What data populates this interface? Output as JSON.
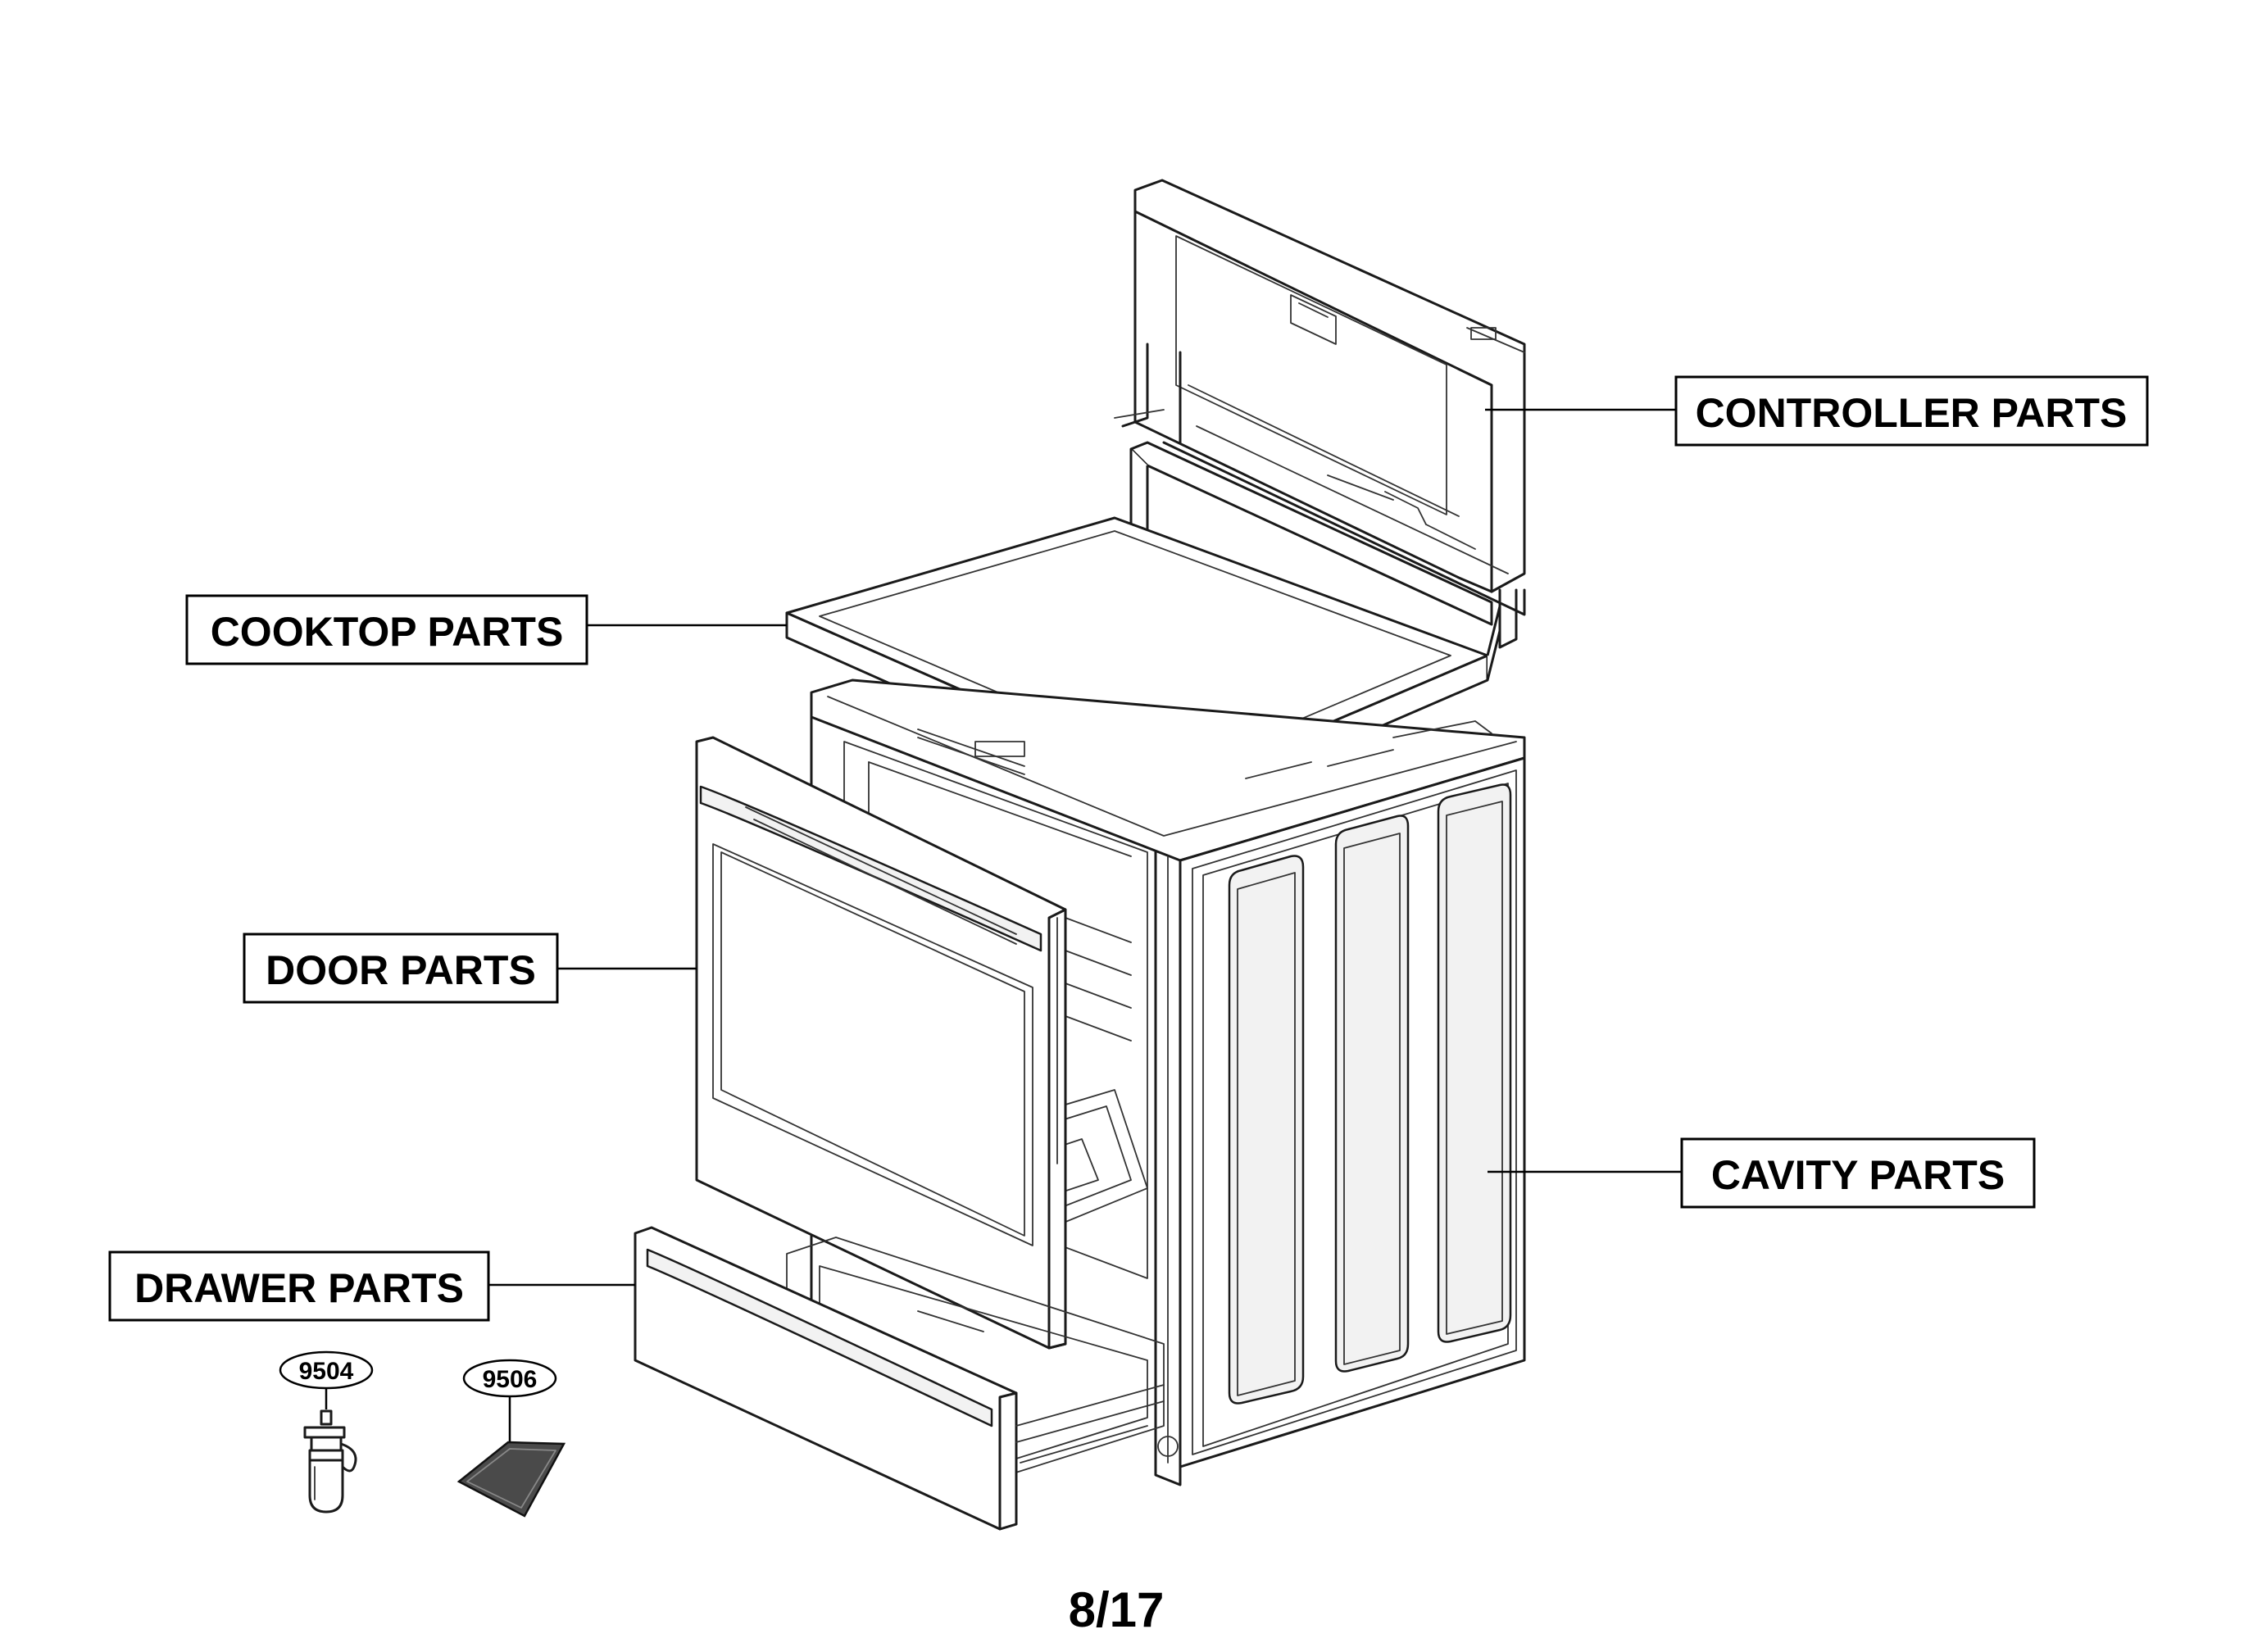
{
  "labels": {
    "controller": "CONTROLLER PARTS",
    "cooktop": "COOKTOP PARTS",
    "door": "DOOR PARTS",
    "cavity": "CAVITY PARTS",
    "drawer": "DRAWER PARTS"
  },
  "callouts": {
    "spray_bottle": "9504",
    "pad": "9506"
  },
  "page_number": "8/17"
}
